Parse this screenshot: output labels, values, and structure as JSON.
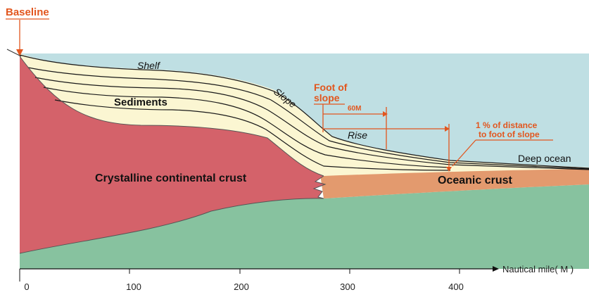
{
  "labels": {
    "baseline": "Baseline",
    "shelf": "Shelf",
    "slope": "Slope",
    "sediments": "Sediments",
    "foot_of_slope_line1": "Foot of",
    "foot_of_slope_line2": "slope",
    "distance_60m": "60M",
    "rise": "Rise",
    "one_percent_line1": "1 % of distance",
    "one_percent_line2": "to foot of slope",
    "deep_ocean": "Deep ocean",
    "continental_crust": "Crystalline continental crust",
    "oceanic_crust": "Oceanic crust"
  },
  "axis": {
    "title": "Nautical mile( M )",
    "ticks": [
      "0",
      "100",
      "200",
      "300",
      "400"
    ]
  },
  "colors": {
    "ocean": "#bfdfe3",
    "sediment": "#fbf6d2",
    "continental_crust": "#d4626a",
    "oceanic_crust": "#e39a6e",
    "mantle": "#87c29f",
    "annotation": "#e2561e"
  }
}
